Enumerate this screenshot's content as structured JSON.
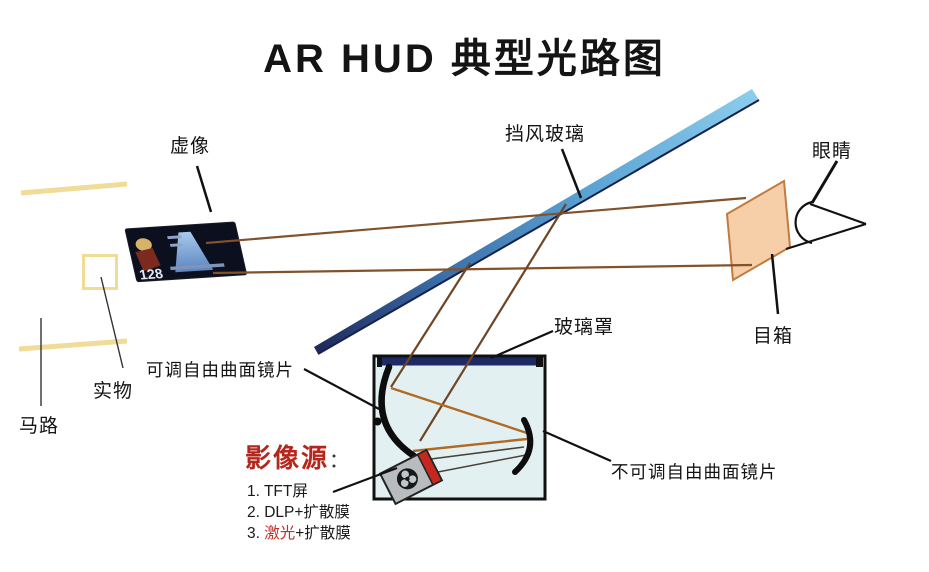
{
  "title": "AR HUD 典型光路图",
  "labels": {
    "virtual_image": "虚像",
    "windshield": "挡风玻璃",
    "eye": "眼睛",
    "eyebox": "目箱",
    "glass_cover": "玻璃罩",
    "adjustable_mirror": "可调自由曲面镜片",
    "fixed_mirror": "不可调自由曲面镜片",
    "real_object": "实物",
    "road": "马路"
  },
  "image_source": {
    "heading": "影像源",
    "colon": "：",
    "items": [
      "1. TFT屏",
      "2. DLP+扩散膜"
    ],
    "item3_prefix": "3. ",
    "item3_red": "激光",
    "item3_suffix": "+扩散膜"
  },
  "display": {
    "speed": "128"
  },
  "colors": {
    "accent_red": "#b5271d",
    "ray_brown": "#82522a",
    "inner_ray_orange": "#b06a25",
    "windshield_blue": "#5ba3d4",
    "windshield_tip_navy": "#1d2a5a",
    "eyebox_peach": "#f6cfa9",
    "eyebox_border": "#c07c3e",
    "road_yellow": "#f0dc96",
    "glass_cover_navy": "#1e2a66",
    "housing_fill": "#e3f0f2",
    "pgu_red": "#c4281e"
  }
}
